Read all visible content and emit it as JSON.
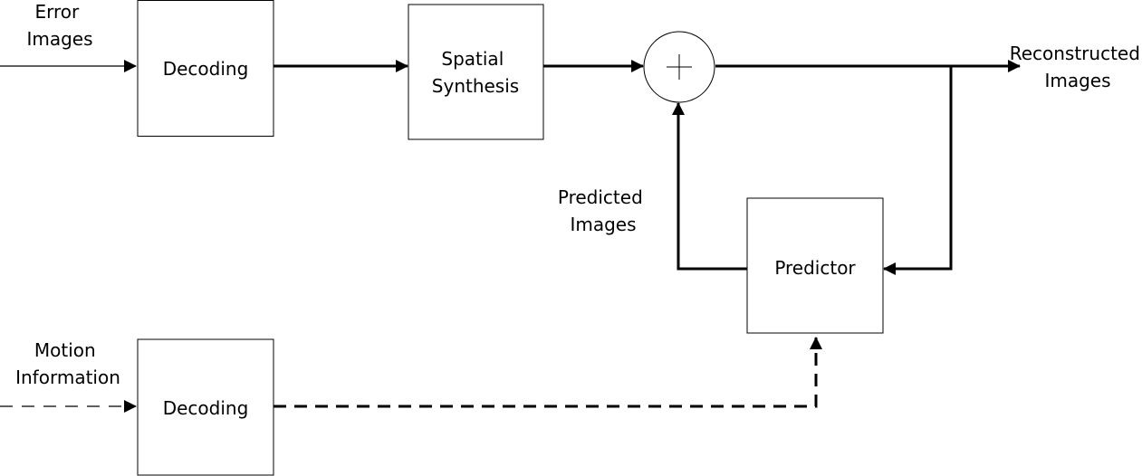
{
  "inputs": {
    "error_images": [
      "Error",
      "Images"
    ],
    "motion_information": [
      "Motion",
      "Information"
    ]
  },
  "blocks": {
    "decoding_top": [
      "Decoding"
    ],
    "spatial_synthesis": [
      "Spatial",
      "Synthesis"
    ],
    "predictor": [
      "Predictor"
    ],
    "decoding_bottom": [
      "Decoding"
    ]
  },
  "labels": {
    "predicted_images": [
      "Predicted",
      "Images"
    ],
    "reconstructed_images": [
      "Reconstructed",
      "Images"
    ]
  },
  "adder_symbol": "plus",
  "line_color": "#000000"
}
